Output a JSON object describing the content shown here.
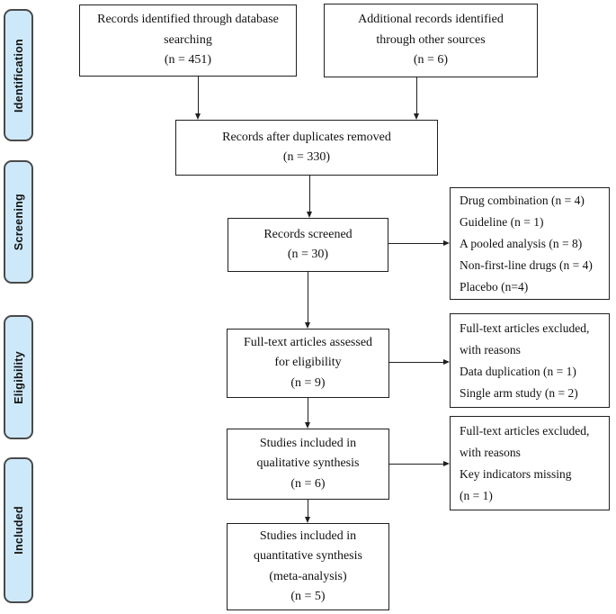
{
  "sidebar": {
    "stages": [
      {
        "label": "Identification"
      },
      {
        "label": "Screening"
      },
      {
        "label": "Eligibility"
      },
      {
        "label": "Included"
      }
    ]
  },
  "flow": {
    "db_search": {
      "lines": [
        "Records identified through database",
        "searching",
        "(n = 451)"
      ]
    },
    "other_sources": {
      "lines": [
        "Additional records identified",
        "through other sources",
        "(n = 6)"
      ]
    },
    "duplicates_removed": {
      "lines": [
        "Records after duplicates removed",
        "(n = 330)"
      ]
    },
    "records_screened": {
      "lines": [
        "Records screened",
        "(n = 30)"
      ]
    },
    "fulltext_assessed": {
      "lines": [
        "Full-text articles assessed",
        "for eligibility",
        "(n = 9)"
      ]
    },
    "qualitative": {
      "lines": [
        "Studies included in",
        "qualitative synthesis",
        "(n = 6)"
      ]
    },
    "quantitative": {
      "lines": [
        "Studies included in",
        "quantitative synthesis",
        "(meta-analysis)",
        "(n = 5)"
      ]
    }
  },
  "exclusions": {
    "screening": {
      "lines": [
        "Drug combination (n = 4)",
        "Guideline (n = 1)",
        "A pooled analysis (n = 8)",
        "Non-first-line drugs (n = 4)",
        "Placebo (n=4)"
      ]
    },
    "eligibility": {
      "lines": [
        "Full-text articles excluded,",
        "with reasons",
        "Data duplication (n = 1)",
        "Single arm study (n = 2)"
      ]
    },
    "included": {
      "lines": [
        "Full-text articles excluded,",
        "with reasons",
        "Key indicators missing",
        "(n = 1)"
      ]
    }
  },
  "colors": {
    "stage_fill": "#cde9f9",
    "stage_border": "#4a4a4a",
    "line": "#1f1f1f"
  }
}
